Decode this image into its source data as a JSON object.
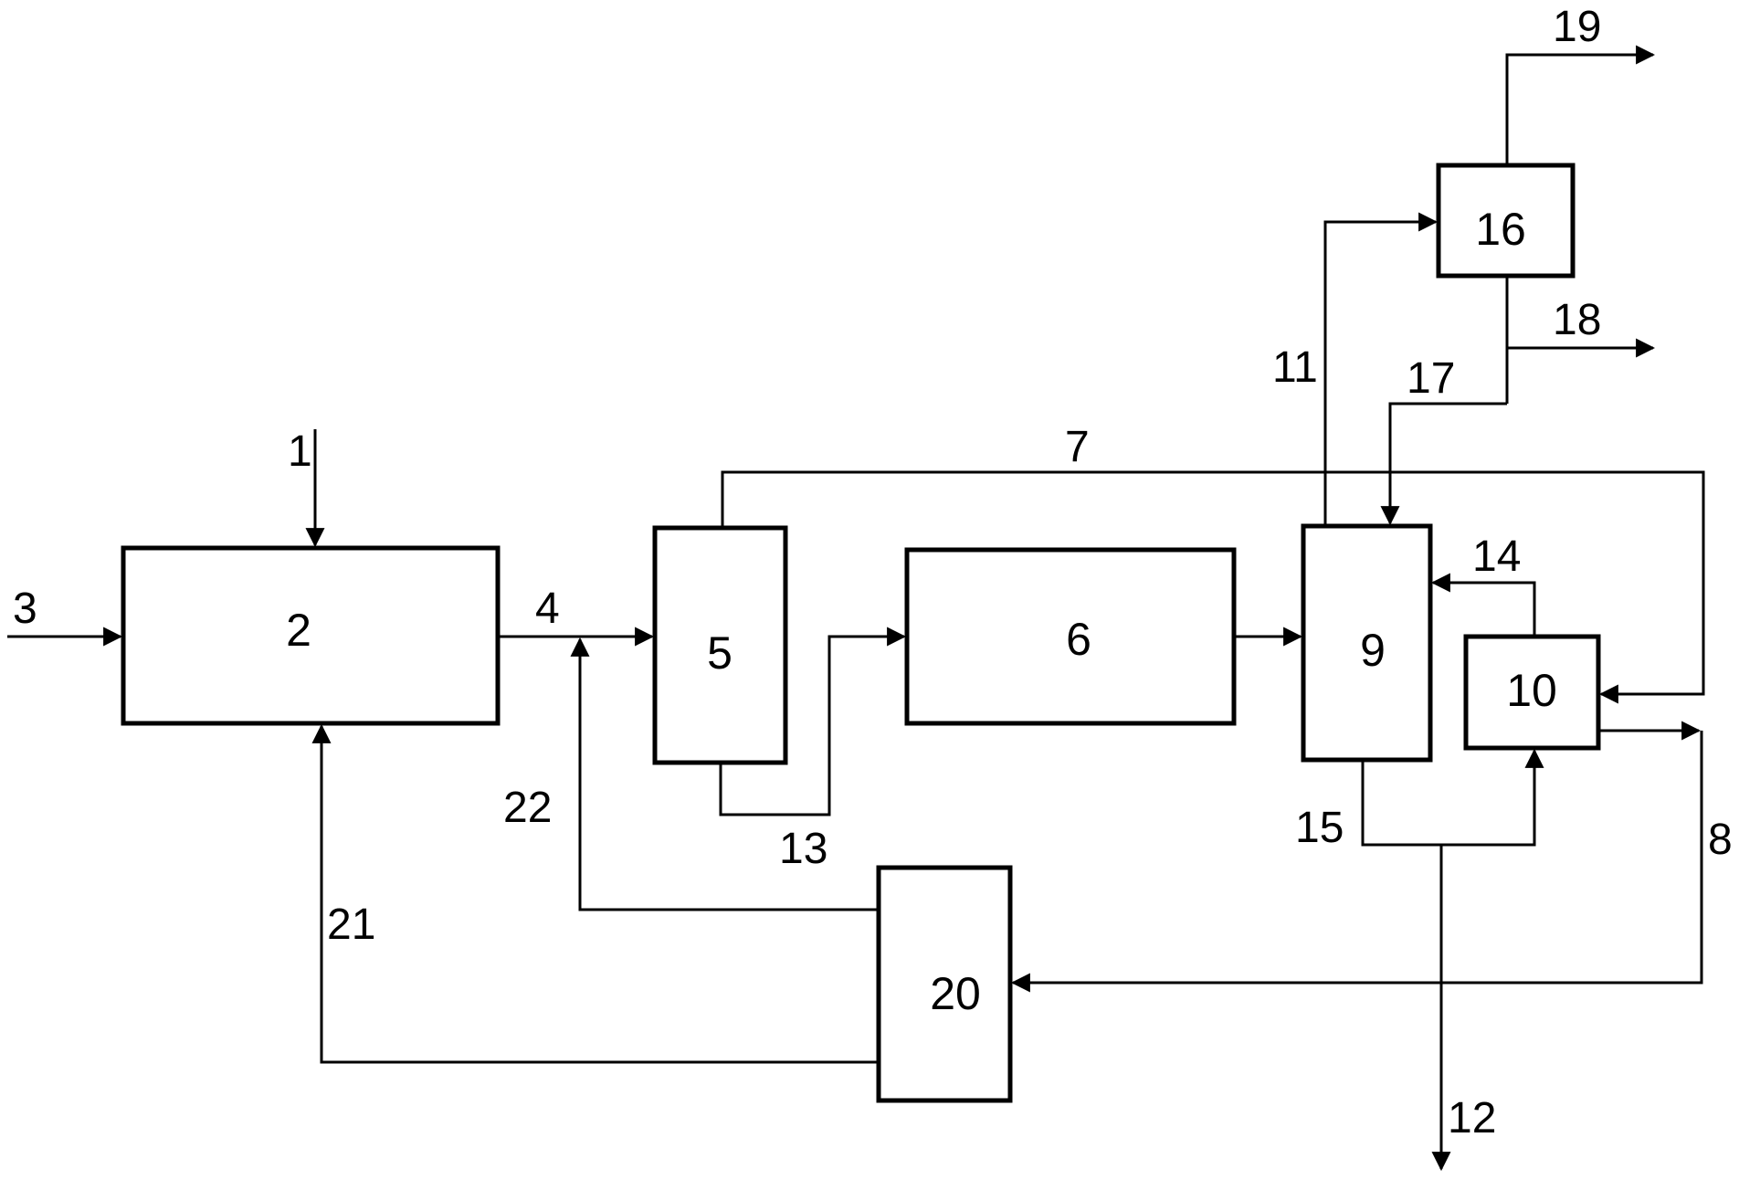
{
  "units": {
    "u2": "2",
    "u5": "5",
    "u6": "6",
    "u9": "9",
    "u10": "10",
    "u16": "16",
    "u20": "20"
  },
  "streams": {
    "s1": "1",
    "s3": "3",
    "s4": "4",
    "s7": "7",
    "s8": "8",
    "s11": "11",
    "s12": "12",
    "s13": "13",
    "s14": "14",
    "s15": "15",
    "s17": "17",
    "s18": "18",
    "s19": "19",
    "s21": "21",
    "s22": "22"
  },
  "colors": {
    "ink": "#000000",
    "background": "#ffffff"
  }
}
